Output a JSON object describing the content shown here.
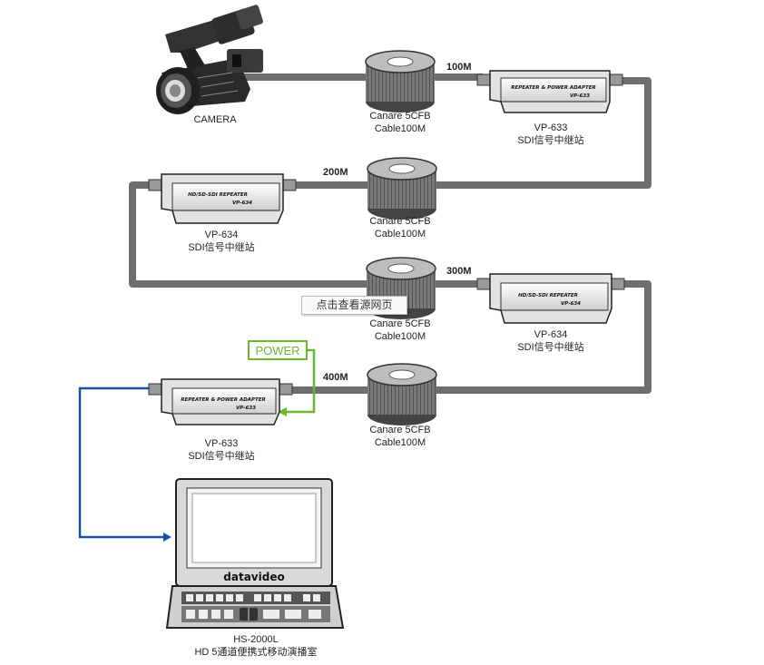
{
  "camera": {
    "label": "CAMERA"
  },
  "cables": [
    {
      "distance": "100M",
      "name": "Canare 5CFB",
      "length": "Cable100M"
    },
    {
      "distance": "200M",
      "name": "Canare 5CFB",
      "length": "Cable100M"
    },
    {
      "distance": "300M",
      "name": "Canare 5CFB",
      "length": "Cable100M"
    },
    {
      "distance": "400M",
      "name": "Canare 5CFB",
      "length": "Cable100M"
    }
  ],
  "repeaters": [
    {
      "model": "VP-633",
      "desc": "SDI信号中继站",
      "panel_title": "REPEATER & POWER ADAPTER",
      "panel_model": "VP-633"
    },
    {
      "model": "VP-634",
      "desc": "SDI信号中继站",
      "panel_title": "HD/SD-SDI REPEATER",
      "panel_model": "VP-634"
    },
    {
      "model": "VP-634",
      "desc": "SDI信号中继站",
      "panel_title": "HD/SD-SDI REPEATER",
      "panel_model": "VP-634"
    },
    {
      "model": "VP-633",
      "desc": "SDI信号中继站",
      "panel_title": "REPEATER & POWER ADAPTER",
      "panel_model": "VP-633"
    }
  ],
  "power": {
    "label": "POWER",
    "color": "#6ab82e"
  },
  "studio": {
    "brand": "datavideo",
    "model": "HS-2000L",
    "desc": "HD 5通道便携式移动演播室"
  },
  "tooltip": {
    "text": "点击查看源网页"
  },
  "colors": {
    "cable": "#6e6e6e",
    "signal_out": "#1c4fa3",
    "power": "#6ab82e"
  }
}
